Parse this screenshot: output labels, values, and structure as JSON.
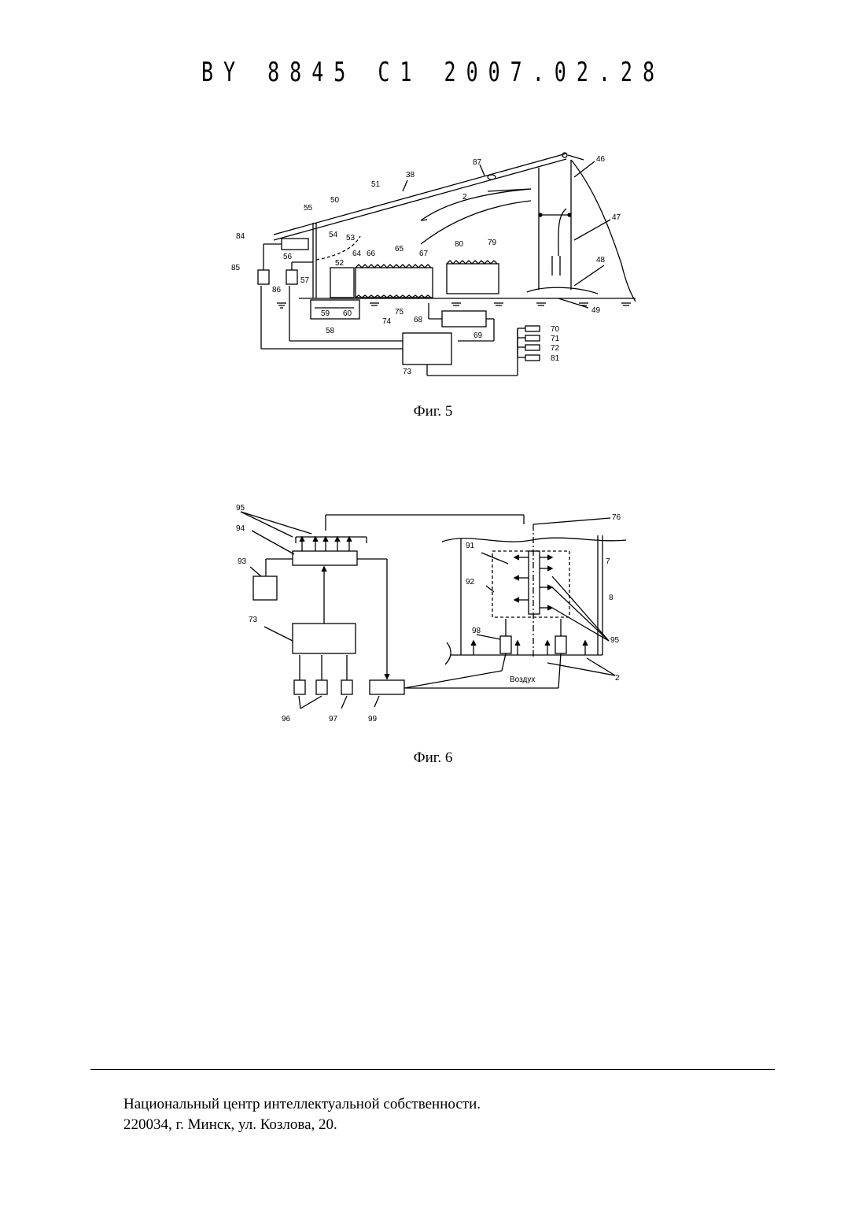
{
  "header": {
    "text": "BY 8845 C1 2007.02.28"
  },
  "figure5": {
    "caption": "Фиг. 5",
    "labels": [
      "87",
      "46",
      "38",
      "51",
      "47",
      "2",
      "55",
      "50",
      "84",
      "54",
      "53",
      "56",
      "52",
      "64",
      "66",
      "65",
      "67",
      "80",
      "79",
      "85",
      "57",
      "86",
      "48",
      "59",
      "60",
      "58",
      "74",
      "75",
      "68",
      "69",
      "49",
      "70",
      "71",
      "72",
      "81",
      "73"
    ]
  },
  "figure6": {
    "caption": "Фиг. 6",
    "labels": [
      "95",
      "94",
      "93",
      "73",
      "96",
      "97",
      "99",
      "76",
      "91",
      "92",
      "7",
      "8",
      "98",
      "95",
      "2"
    ],
    "air_label": "Воздух"
  },
  "footer": {
    "line1": "Национальный центр интеллектуальной собственности.",
    "line2": "220034, г. Минск, ул. Козлова, 20."
  }
}
